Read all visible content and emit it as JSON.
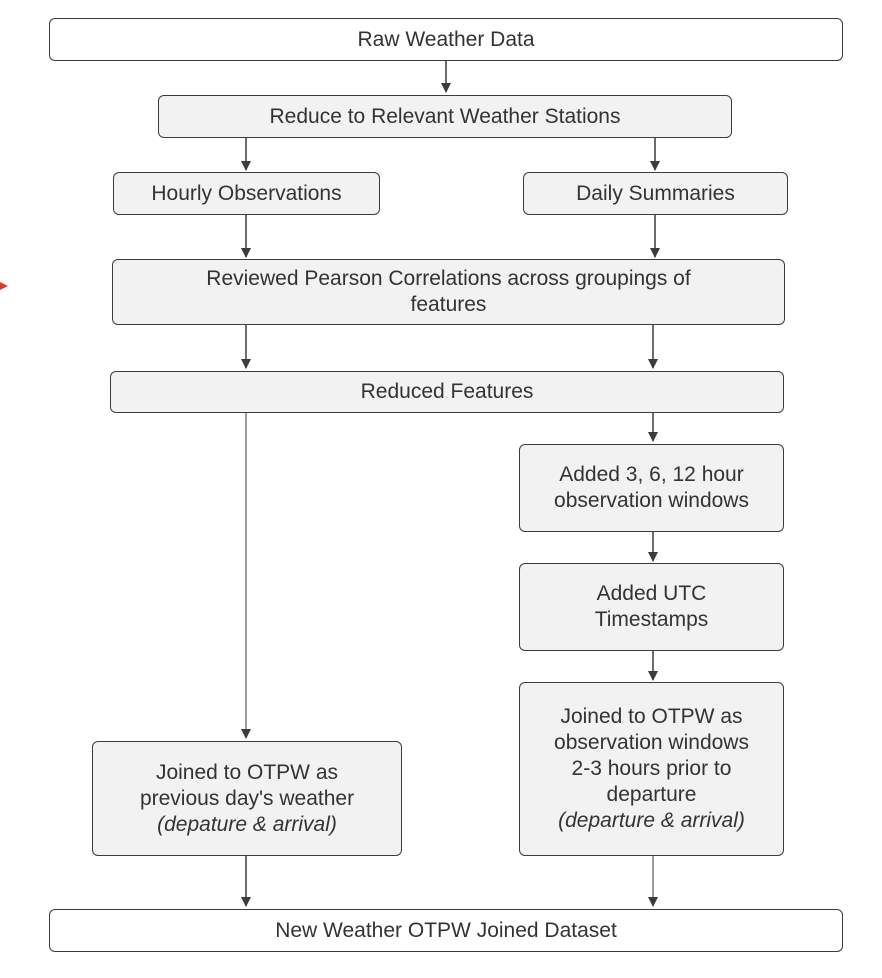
{
  "nodes": {
    "raw": [
      "Raw Weather Data"
    ],
    "reduce_stations": [
      "Reduce to Relevant Weather Stations"
    ],
    "hourly": [
      "Hourly Observations"
    ],
    "daily": [
      "Daily Summaries"
    ],
    "pearson": [
      "Reviewed Pearson Correlations across groupings of",
      "features"
    ],
    "reduced": [
      "Reduced Features"
    ],
    "windows": [
      "Added 3, 6, 12 hour",
      "observation windows"
    ],
    "utc": [
      "Added UTC",
      "Timestamps"
    ],
    "joined_windows": [
      "Joined to OTPW as",
      "observation windows",
      "2-3 hours prior to",
      "departure",
      "(departure & arrival)"
    ],
    "joined_prev_day": [
      "Joined to OTPW as",
      "previous day's weather",
      "(depature & arrival)"
    ],
    "final": [
      "New Weather OTPW Joined Dataset"
    ]
  },
  "edges": [
    [
      "raw",
      "reduce_stations"
    ],
    [
      "reduce_stations",
      "hourly"
    ],
    [
      "reduce_stations",
      "daily"
    ],
    [
      "hourly",
      "pearson"
    ],
    [
      "daily",
      "pearson"
    ],
    [
      "pearson",
      "reduced"
    ],
    [
      "pearson",
      "reduced"
    ],
    [
      "reduced",
      "joined_prev_day"
    ],
    [
      "reduced",
      "windows"
    ],
    [
      "windows",
      "utc"
    ],
    [
      "utc",
      "joined_windows"
    ],
    [
      "joined_prev_day",
      "final"
    ],
    [
      "joined_windows",
      "final"
    ]
  ],
  "colors": {
    "box_fill": "#f2f2f2",
    "box_fill_terminal": "#ffffff",
    "stroke": "#3c3c3c",
    "text": "#333333",
    "stray_mark": "#e23a2a"
  }
}
